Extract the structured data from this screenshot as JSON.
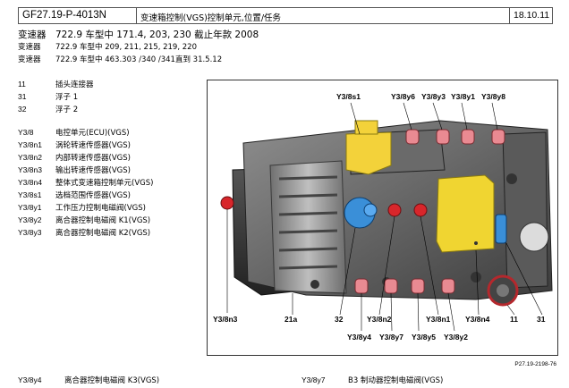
{
  "header": {
    "doc_id": "GF27.19-P-4013N",
    "title": "变速箱控制(VGS)控制单元,位置/任务",
    "date": "18.10.11"
  },
  "scope": [
    {
      "label": "变速器",
      "text": "722.9 车型中 171.4, 203, 230 截止年款 2008"
    },
    {
      "label": "变速器",
      "text": "722.9 车型中 209, 211, 215, 219, 220"
    },
    {
      "label": "变速器",
      "text": "722.9 车型中 463.303 /340 /341直到 31.5.12"
    }
  ],
  "legend_top": [
    {
      "code": "11",
      "text": "插头连接器"
    },
    {
      "code": "31",
      "text": "浮子 1"
    },
    {
      "code": "32",
      "text": "浮子 2"
    }
  ],
  "legend_main": [
    {
      "code": "Y3/8",
      "text": "电控单元(ECU)(VGS)"
    },
    {
      "code": "Y3/8n1",
      "text": "涡轮转速传感器(VGS)"
    },
    {
      "code": "Y3/8n2",
      "text": "内部转速传感器(VGS)"
    },
    {
      "code": "Y3/8n3",
      "text": "输出转速传感器(VGS)"
    },
    {
      "code": "Y3/8n4",
      "text": "整体式变速箱控制单元(VGS)"
    },
    {
      "code": "Y3/8s1",
      "text": "选档范围传感器(VGS)"
    },
    {
      "code": "Y3/8y1",
      "text": "工作压力控制电磁阀(VGS)"
    },
    {
      "code": "Y3/8y2",
      "text": "离合器控制电磁阀 K1(VGS)"
    },
    {
      "code": "Y3/8y3",
      "text": "离合器控制电磁阀 K2(VGS)"
    }
  ],
  "figure": {
    "callouts_top": [
      "Y3/8s1",
      "Y3/8y6",
      "Y3/8y3",
      "Y3/8y1",
      "Y3/8y8"
    ],
    "callouts_left": [
      "Y3/8n3"
    ],
    "callouts_bottom_row1": [
      "21a",
      "32",
      "Y3/8n2",
      "Y3/8n1",
      "Y3/8n4",
      "11",
      "31"
    ],
    "callouts_bottom_row2": [
      "Y3/8y4",
      "Y3/8y7",
      "Y3/8y5",
      "Y3/8y2"
    ],
    "figure_id": "P27.19-2198-76"
  },
  "bottom_legend": [
    {
      "code": "Y3/8y4",
      "text": "离合器控制电磁阀 K3(VGS)"
    },
    {
      "code": "Y3/8y7",
      "text": "B3 制动器控制电磁阀(VGS)"
    }
  ]
}
